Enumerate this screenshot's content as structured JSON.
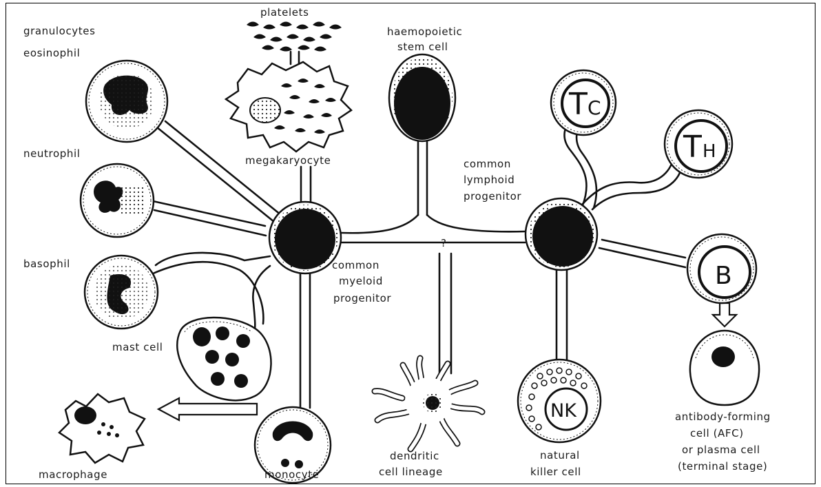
{
  "diagram": {
    "labels": {
      "granulocytes": "granulocytes",
      "eosinophil": "eosinophil",
      "neutrophil": "neutrophil",
      "basophil": "basophil",
      "mast_cell": "mast cell",
      "macrophage": "macrophage",
      "monocyte": "monocyte",
      "platelets": "platelets",
      "megakaryocyte": "megakaryocyte",
      "stem_cell": [
        "haemopoietic",
        "stem cell"
      ],
      "common_lymphoid": [
        "common",
        "lymphoid",
        "progenitor"
      ],
      "common_myeloid": [
        "common",
        "myeloid",
        "progenitor"
      ],
      "question_mark": "?",
      "dendritic": [
        "dendritic",
        "cell lineage"
      ],
      "nk": [
        "natural",
        "killer cell"
      ],
      "afc": [
        "antibody-forming",
        "cell (AFC)",
        "or plasma cell",
        "(terminal stage)"
      ]
    },
    "cell_letters": {
      "tc": [
        "T",
        "C"
      ],
      "th": [
        "T",
        "H"
      ],
      "b": "B",
      "nk": "NK"
    },
    "colors": {
      "ink": "#111111",
      "background": "#ffffff"
    }
  }
}
